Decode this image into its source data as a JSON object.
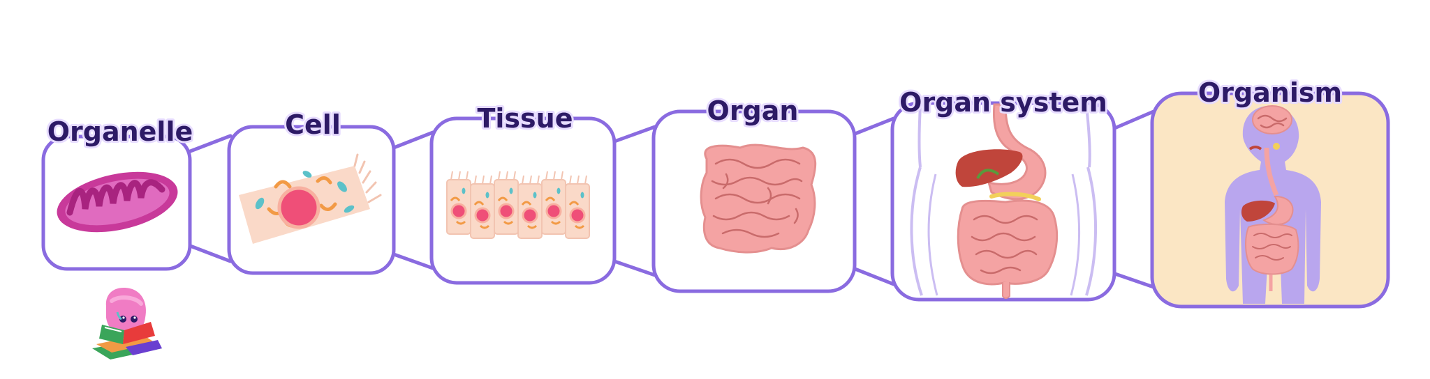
{
  "diagram": {
    "stages": [
      {
        "id": "organelle",
        "label": "Organelle"
      },
      {
        "id": "cell",
        "label": "Cell"
      },
      {
        "id": "tissue",
        "label": "Tissue"
      },
      {
        "id": "organ",
        "label": "Organ"
      },
      {
        "id": "organ-system",
        "label": "Organ system"
      },
      {
        "id": "organism",
        "label": "Organism"
      }
    ],
    "colors": {
      "frame": "#8a6be0",
      "label_text": "#2d1a66",
      "label_glow": "#e7dcff",
      "organism_background": "#fbe6c4",
      "mitochondrion": "#c8399a",
      "nucleus": "#ef4f78",
      "intestine": "#f4a3a3",
      "liver": "#c0453b",
      "body_silhouette": "#b9a6ee"
    }
  }
}
